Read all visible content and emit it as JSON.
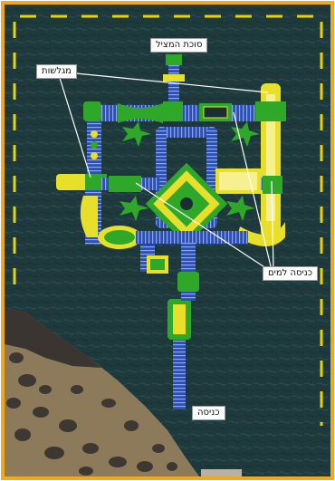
{
  "labels": {
    "lifeguard_post": "סוכת המציל",
    "slides": "מגלשות",
    "water_entry": "כניסה למים",
    "entrance": "כניסה"
  },
  "colors": {
    "frame": "#f0a81c",
    "water": "#1f3a3c",
    "shore_sand": "#8c7a5a",
    "rocks": "#3a3530",
    "module_green": "#2fa82a",
    "module_blue": "#2b4fb8",
    "module_yellow": "#e8df2a",
    "buoy_line": "#e8d400"
  }
}
